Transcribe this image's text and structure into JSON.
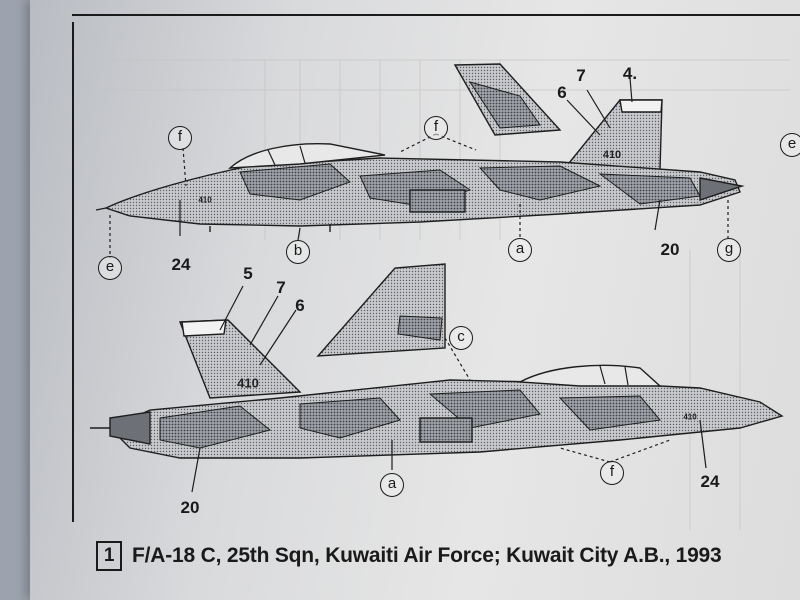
{
  "caption": {
    "number": "1",
    "text": "F/A-18 C, 25th Sqn, Kuwaiti Air Force; Kuwait City A.B., 1993"
  },
  "top_view": {
    "callouts": [
      "7",
      "4.",
      "6",
      "20",
      "24"
    ],
    "letters": [
      "f",
      "f",
      "b",
      "a",
      "e",
      "g",
      "e"
    ],
    "markings": [
      "410",
      "410"
    ]
  },
  "bottom_view": {
    "callouts": [
      "5",
      "7",
      "6",
      "20",
      "24"
    ],
    "letters": [
      "c",
      "a",
      "f"
    ],
    "markings": [
      "410",
      "410"
    ]
  }
}
